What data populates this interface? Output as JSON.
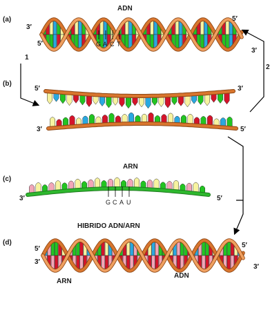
{
  "titles": {
    "adn_top": "ADN",
    "arn": "ARN",
    "hybrid": "HIBRIDO ADN/ARN"
  },
  "panels": {
    "a": "(a)",
    "b": "(b)",
    "c": "(c)",
    "d": "(d)"
  },
  "ends": {
    "a_left_3": "3′",
    "a_left_5": "5′",
    "a_right_5": "5′",
    "a_right_3": "3′",
    "b_top_left_5": "5′",
    "b_top_right_3": "3′",
    "b_bot_left_3": "3′",
    "b_bot_right_5": "5′",
    "c_left_3": "3′",
    "c_right_5": "5′",
    "d_left_5": "5′",
    "d_left_3": "3′",
    "d_right_5": "5′",
    "d_right_3": "3′"
  },
  "steps": {
    "one": "1",
    "two": "2"
  },
  "bases_a": [
    "G",
    "A",
    "C",
    "T"
  ],
  "bases_c": [
    "G",
    "C",
    "A",
    "U"
  ],
  "bottom_labels": {
    "arn": "ARN",
    "adn": "ADN"
  },
  "colors": {
    "strand_orange": "#d9762e",
    "strand_dark": "#8b4513",
    "rna_green": "#2eb82e",
    "base_green": "#22c422",
    "base_red": "#d4142a",
    "base_yellow": "#f7f3a0",
    "base_blue": "#2aa8e0",
    "base_pink": "#f2a6b8"
  }
}
